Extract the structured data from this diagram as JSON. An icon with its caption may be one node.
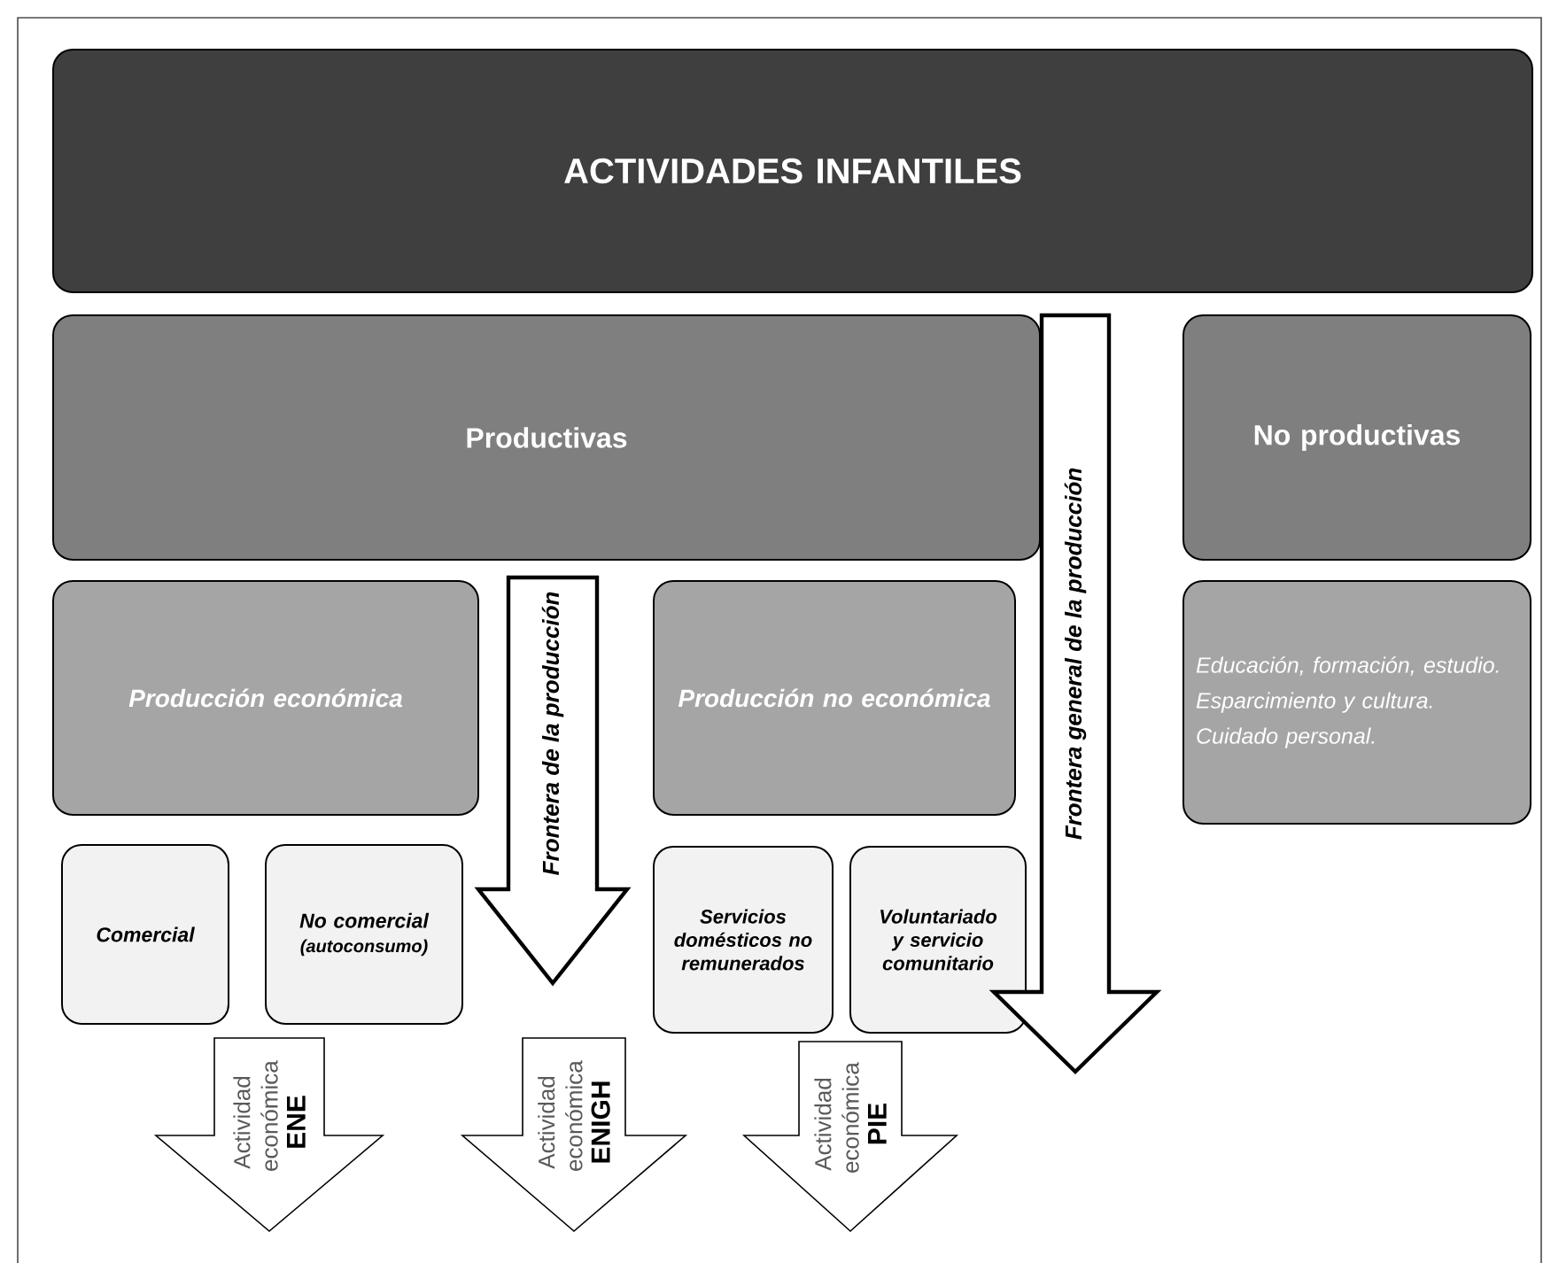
{
  "diagram": {
    "nodes": [
      {
        "text": [
          "ACTIVIDADES INFANTILES"
        ]
      },
      {
        "text": [
          "Productivas"
        ]
      },
      {
        "text": [
          "No productivas"
        ]
      },
      {
        "text": [
          "Producción económica"
        ]
      },
      {
        "text": [
          "Producción no económica"
        ]
      },
      {
        "text": [
          "Educación, formación, estudio.",
          "Esparcimiento y cultura.",
          "Cuidado personal."
        ]
      },
      {
        "text": [
          "Comercial"
        ]
      },
      {
        "text": [
          "No comercial",
          "(autoconsumo)"
        ]
      },
      {
        "text": [
          "Servicios domésticos no remunerados"
        ]
      },
      {
        "text": [
          "Voluntariado y servicio comunitario"
        ]
      },
      {
        "text": [
          "Frontera de la producción"
        ]
      },
      {
        "text": [
          "Frontera general de la producción"
        ]
      },
      {
        "text": [
          "Actividad económica",
          "ENE"
        ]
      },
      {
        "text": [
          "Actividad económica",
          "ENIGH"
        ]
      },
      {
        "text": [
          "Actividad económica",
          "PIE"
        ]
      }
    ]
  }
}
